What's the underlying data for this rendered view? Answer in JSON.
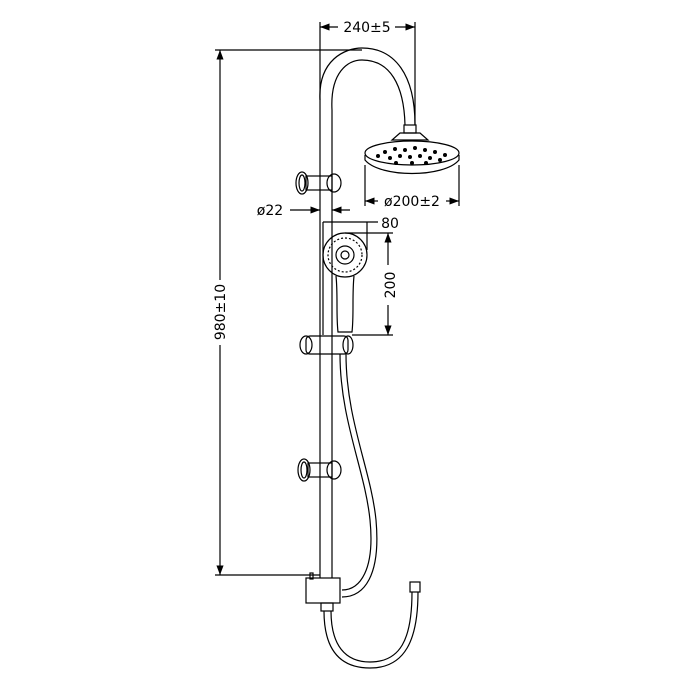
{
  "dimensions": {
    "arm_reach": "240±5",
    "head_diameter": "ø200±2",
    "rail_diameter": "ø22",
    "hand_shower_width": "80",
    "hand_shower_length": "200",
    "total_height": "980±10"
  },
  "colors": {
    "line": "#000000",
    "background": "#ffffff"
  }
}
